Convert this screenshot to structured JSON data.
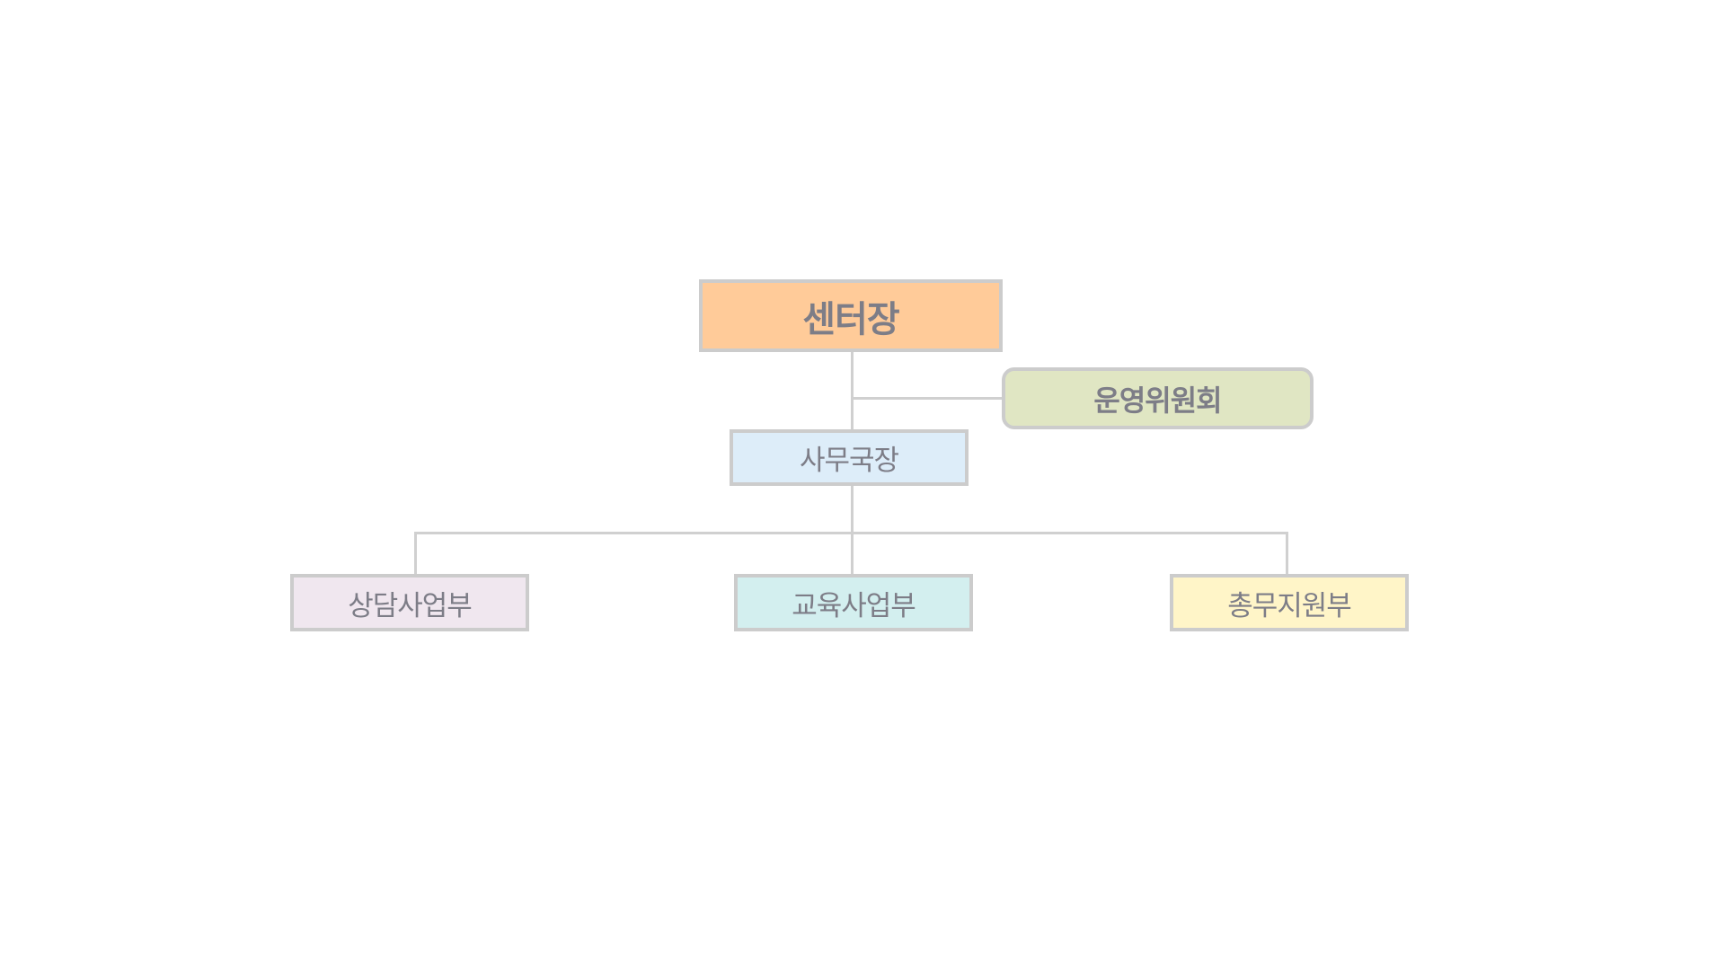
{
  "org_chart": {
    "director": {
      "label": "센터장",
      "color": "#ffcb99"
    },
    "committee": {
      "label": "운영위원회",
      "color": "#e0e6c3"
    },
    "secretary": {
      "label": "사무국장",
      "color": "#ddedf9"
    },
    "departments": [
      {
        "label": "상담사업부",
        "color": "#f0e7ef"
      },
      {
        "label": "교육사업부",
        "color": "#d3efef"
      },
      {
        "label": "총무지원부",
        "color": "#fff5c8"
      }
    ],
    "border_color": "#cccccc",
    "line_color": "#d0d0d0",
    "text_color": "#7d7d87"
  }
}
